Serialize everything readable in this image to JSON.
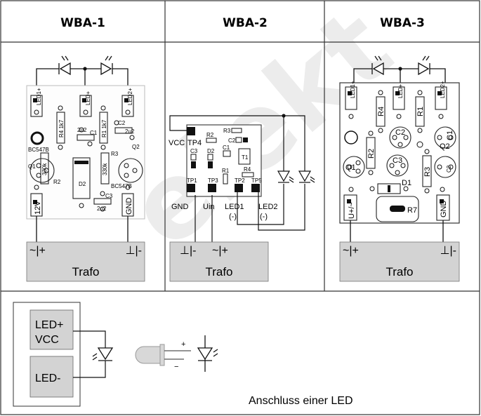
{
  "headers": [
    "WBA-1",
    "WBA-2",
    "WBA-3"
  ],
  "trafo_label": "Trafo",
  "wba1": {
    "leds": [
      "LED1+",
      "LED+",
      "LED2+"
    ],
    "resistors": [
      "R4 1k7",
      "R1 1k7"
    ],
    "caps": [
      "2u2",
      "C1",
      "C2",
      "2u2",
      "C3",
      "2u2"
    ],
    "parts": [
      "BC547B",
      "Q1",
      "R2",
      "330k",
      "D2",
      "330k",
      "R3",
      "Q2",
      "BC547B"
    ],
    "terminals": [
      "12V",
      "GND"
    ],
    "trafo_left": "~|+",
    "trafo_right": "⊥|-"
  },
  "wba2": {
    "pads": [
      "VCC",
      "TP4",
      "TP1",
      "TP3",
      "TP2",
      "TP5"
    ],
    "parts": [
      "R2",
      "R3",
      "C2",
      "C3",
      "D2",
      "C1",
      "T1",
      "R1",
      "R4"
    ],
    "bottom_labels": [
      "GND",
      "Uin",
      "LED1",
      "(-)",
      "LED2",
      "(-)"
    ],
    "trafo_left": "⊥|-",
    "trafo_right": "~|+"
  },
  "wba3": {
    "leds": [
      "LED1+",
      "LED+",
      "LED2+"
    ],
    "parts": [
      "R4",
      "R1",
      "C2",
      "C1",
      "Q2",
      "R2",
      "C3",
      "Q1",
      "R3",
      "C2",
      "D1",
      "R7"
    ],
    "terminals": [
      "U+/~",
      "GND"
    ],
    "trafo_left": "~|+",
    "trafo_right": "⊥|-"
  },
  "bottom": {
    "label_top": "LED+",
    "label_top2": "VCC",
    "label_bottom": "LED-",
    "plus": "+",
    "minus": "−",
    "caption": "Anschluss einer LED"
  }
}
